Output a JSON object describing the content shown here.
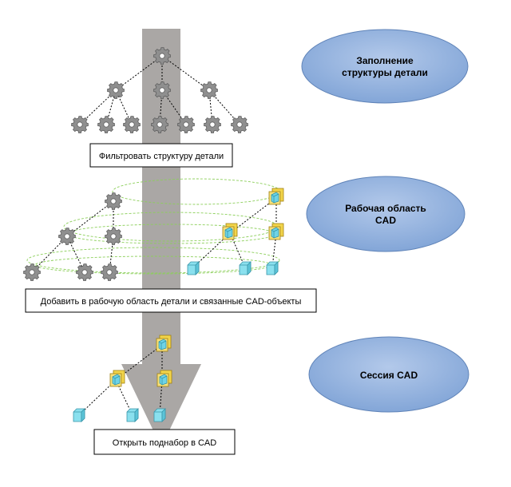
{
  "stages": [
    {
      "label_lines": [
        "Заполнение",
        "структуры детали"
      ],
      "step": "Фильтровать структуру детали"
    },
    {
      "label_lines": [
        "Рабочая область",
        "CAD"
      ],
      "step": "Добавить в рабочую область детали и связанные CAD-объекты"
    },
    {
      "label_lines": [
        "Сессия CAD"
      ],
      "step": "Открыть поднабор в CAD"
    }
  ],
  "colors": {
    "ellipse_fill": "#8fb0dc",
    "ellipse_stroke": "#5f83b8",
    "arrow": "#aaa7a5",
    "green_link": "#8ccf5a",
    "gear": "#8f8f8f",
    "cad_yellow": "#f2d54b",
    "cube": "#8ae0ee"
  },
  "icons": [
    "gear-icon",
    "cad-document-icon",
    "cube-icon"
  ]
}
